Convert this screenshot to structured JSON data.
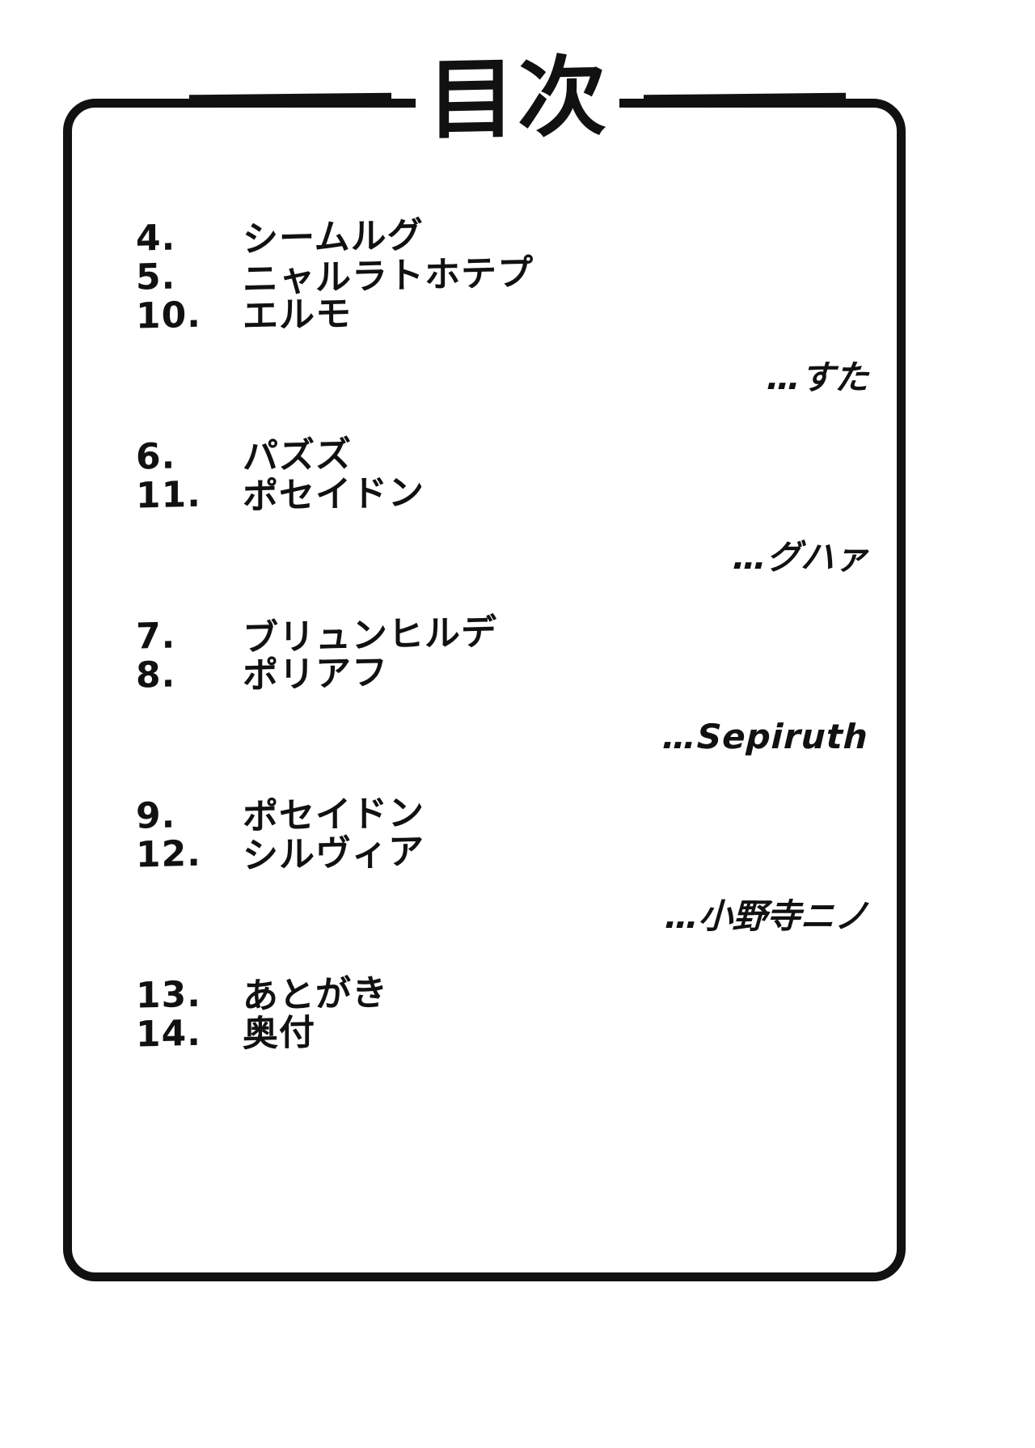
{
  "page": {
    "title": "目次",
    "title_rule_left": "horizontal-rule",
    "title_rule_right": "horizontal-rule"
  },
  "contents": {
    "groups": [
      {
        "entries": [
          {
            "number": "4.",
            "title": "シームルグ"
          },
          {
            "number": "5.",
            "title": "ニャルラトホテプ"
          },
          {
            "number": "10.",
            "title": "エルモ"
          }
        ],
        "credit": "…すた",
        "credit_script": "japanese"
      },
      {
        "entries": [
          {
            "number": "6.",
            "title": "パズズ"
          },
          {
            "number": "11.",
            "title": "ポセイドン"
          }
        ],
        "credit": "…グハァ",
        "credit_script": "japanese"
      },
      {
        "entries": [
          {
            "number": "7.",
            "title": "ブリュンヒルデ"
          },
          {
            "number": "8.",
            "title": "ポリアフ"
          }
        ],
        "credit": "…Sepiruth",
        "credit_script": "latin"
      },
      {
        "entries": [
          {
            "number": "9.",
            "title": "ポセイドン"
          },
          {
            "number": "12.",
            "title": "シルヴィア"
          }
        ],
        "credit": "…小野寺ニノ",
        "credit_script": "japanese"
      },
      {
        "entries": [
          {
            "number": "13.",
            "title": "あとがき"
          },
          {
            "number": "14.",
            "title": "奥付"
          }
        ],
        "credit": "",
        "credit_script": "japanese"
      }
    ]
  },
  "colors": {
    "ink": "#111111",
    "paper": "#ffffff"
  }
}
